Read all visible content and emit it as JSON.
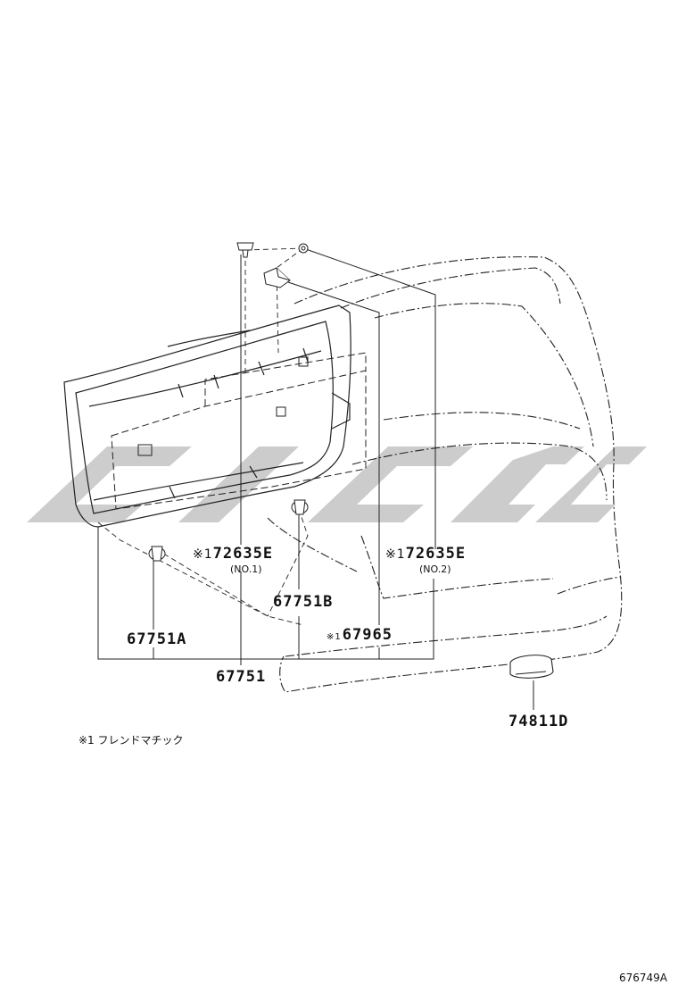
{
  "parts": {
    "p72635E_1": {
      "mark": "※1",
      "number": "72635E",
      "note": "(NO.1)"
    },
    "p72635E_2": {
      "mark": "※1",
      "number": "72635E",
      "note": "(NO.2)"
    },
    "p67751B": {
      "number": "67751B"
    },
    "p67751A": {
      "number": "67751A"
    },
    "p67965": {
      "mark": "※1",
      "number": "67965"
    },
    "p67751": {
      "number": "67751"
    },
    "p74811D": {
      "number": "74811D"
    }
  },
  "legend": {
    "text": "※1 フレンドマチック"
  },
  "drawing_id": "676749A",
  "colors": {
    "line": "#222222",
    "watermark": "#c4c4c4"
  }
}
